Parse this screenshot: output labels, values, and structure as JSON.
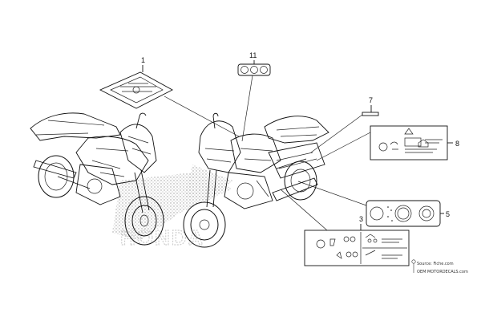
{
  "callouts": [
    "1",
    "11",
    "7",
    "8",
    "5",
    "3"
  ],
  "watermark": {
    "brand": "HONDA",
    "source": "Source: Fiche.com",
    "credit": "OEM MOTORDECALS.com"
  },
  "colors": {
    "line": "#111111",
    "stipple": "#9a9a9a",
    "watermark": "#cfcfcf"
  }
}
